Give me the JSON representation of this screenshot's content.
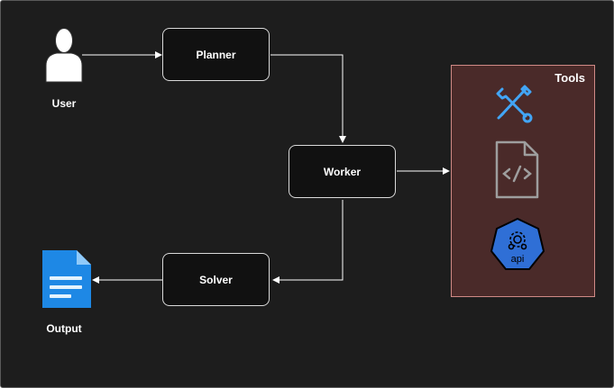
{
  "nodes": {
    "planner": "Planner",
    "worker": "Worker",
    "solver": "Solver"
  },
  "labels": {
    "user": "User",
    "output": "Output",
    "tools": "Tools",
    "api": "api"
  },
  "icons": {
    "user": "user-icon",
    "output": "document-icon",
    "tools": [
      "wrench-screwdriver-icon",
      "code-file-icon",
      "api-icon"
    ]
  },
  "colors": {
    "background": "#1d1d1d",
    "node_fill": "#111111",
    "node_border": "#d9d9d9",
    "tools_fill": "#4a2a29",
    "tools_border": "#d08a86",
    "accent_blue": "#1e88e5",
    "arrow": "#ffffff"
  }
}
